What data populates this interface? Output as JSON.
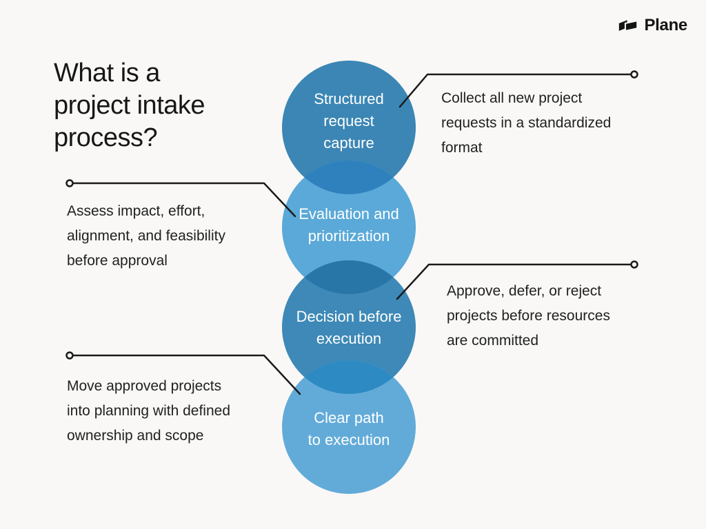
{
  "brand": {
    "name": "Plane"
  },
  "title": {
    "full": "What is a project intake process?",
    "lines": [
      "What is a",
      "project intake",
      "process?"
    ]
  },
  "colors": {
    "background": "#f9f8f6",
    "title_text": "#171717",
    "description_text": "#212121",
    "circle_text": "#ffffff",
    "connector": "#1a1a1a",
    "step1_circle": "#3b86b4",
    "step2_circle": "#5aa9d8",
    "step3_circle": "#3e89b7",
    "step4_circle": "#62abd9",
    "overlap_1_2": "#2e81bc",
    "overlap_2_3": "#2876a7",
    "overlap_3_4": "#2e8ac2"
  },
  "steps": [
    {
      "label": "Structured request capture",
      "label_lines": [
        "Structured",
        "request",
        "capture"
      ],
      "description": "Collect all new project requests in a standardized format",
      "description_lines": [
        "Collect all new project",
        "requests in a standardized",
        "format"
      ],
      "side": "right"
    },
    {
      "label": "Evaluation and prioritization",
      "label_lines": [
        "Evaluation and",
        "prioritization"
      ],
      "description": "Assess impact, effort, alignment, and feasibility before approval",
      "description_lines": [
        "Assess impact, effort,",
        "alignment, and feasibility",
        "before approval"
      ],
      "side": "left"
    },
    {
      "label": "Decision before execution",
      "label_lines": [
        "Decision before",
        "execution"
      ],
      "description": "Approve, defer, or reject projects before resources are committed",
      "description_lines": [
        "Approve, defer, or reject",
        "projects before resources",
        "are committed"
      ],
      "side": "right"
    },
    {
      "label": "Clear path to execution",
      "label_lines": [
        "Clear path",
        "to execution"
      ],
      "description": "Move approved projects into planning with defined ownership and scope",
      "description_lines": [
        "Move approved projects",
        "into planning with defined",
        "ownership and scope"
      ],
      "side": "left"
    }
  ]
}
